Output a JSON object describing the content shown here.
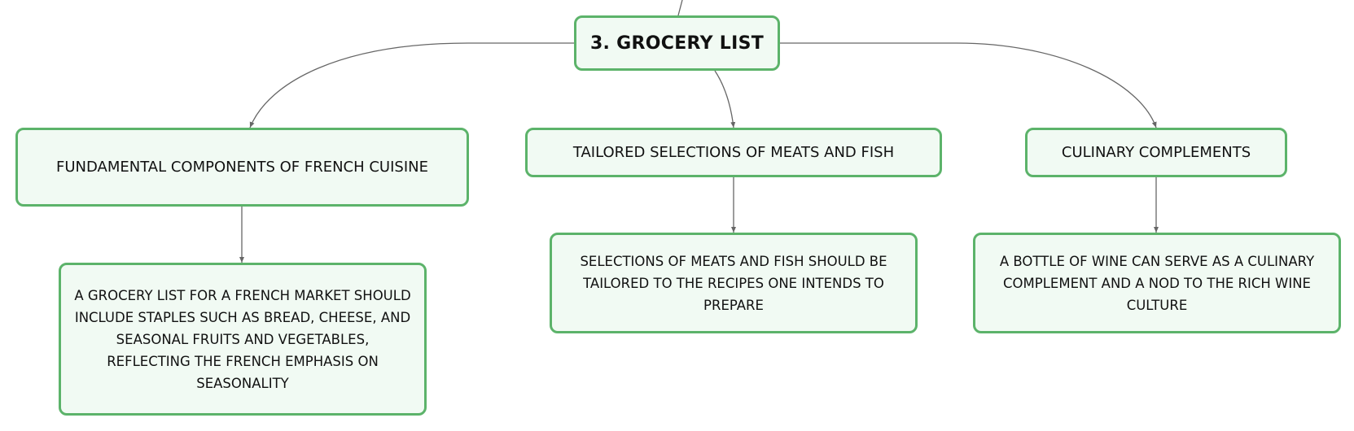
{
  "diagram": {
    "root": {
      "label": "3. GROCERY LIST"
    },
    "branches": [
      {
        "label": "FUNDAMENTAL COMPONENTS OF FRENCH CUISINE",
        "detail": "A GROCERY LIST FOR A FRENCH MARKET SHOULD INCLUDE STAPLES SUCH AS BREAD, CHEESE, AND SEASONAL FRUITS AND VEGETABLES, REFLECTING THE FRENCH EMPHASIS ON SEASONALITY"
      },
      {
        "label": "TAILORED SELECTIONS OF MEATS AND FISH",
        "detail": "SELECTIONS OF MEATS AND FISH SHOULD BE TAILORED TO THE RECIPES ONE INTENDS TO PREPARE"
      },
      {
        "label": "CULINARY COMPLEMENTS",
        "detail": "A BOTTLE OF WINE CAN SERVE AS A CULINARY COMPLEMENT AND A NOD TO THE RICH WINE CULTURE"
      }
    ]
  },
  "colors": {
    "node_border": "#5cb36a",
    "node_fill": "#f1faf3",
    "connector": "#666666",
    "text": "#111111"
  }
}
